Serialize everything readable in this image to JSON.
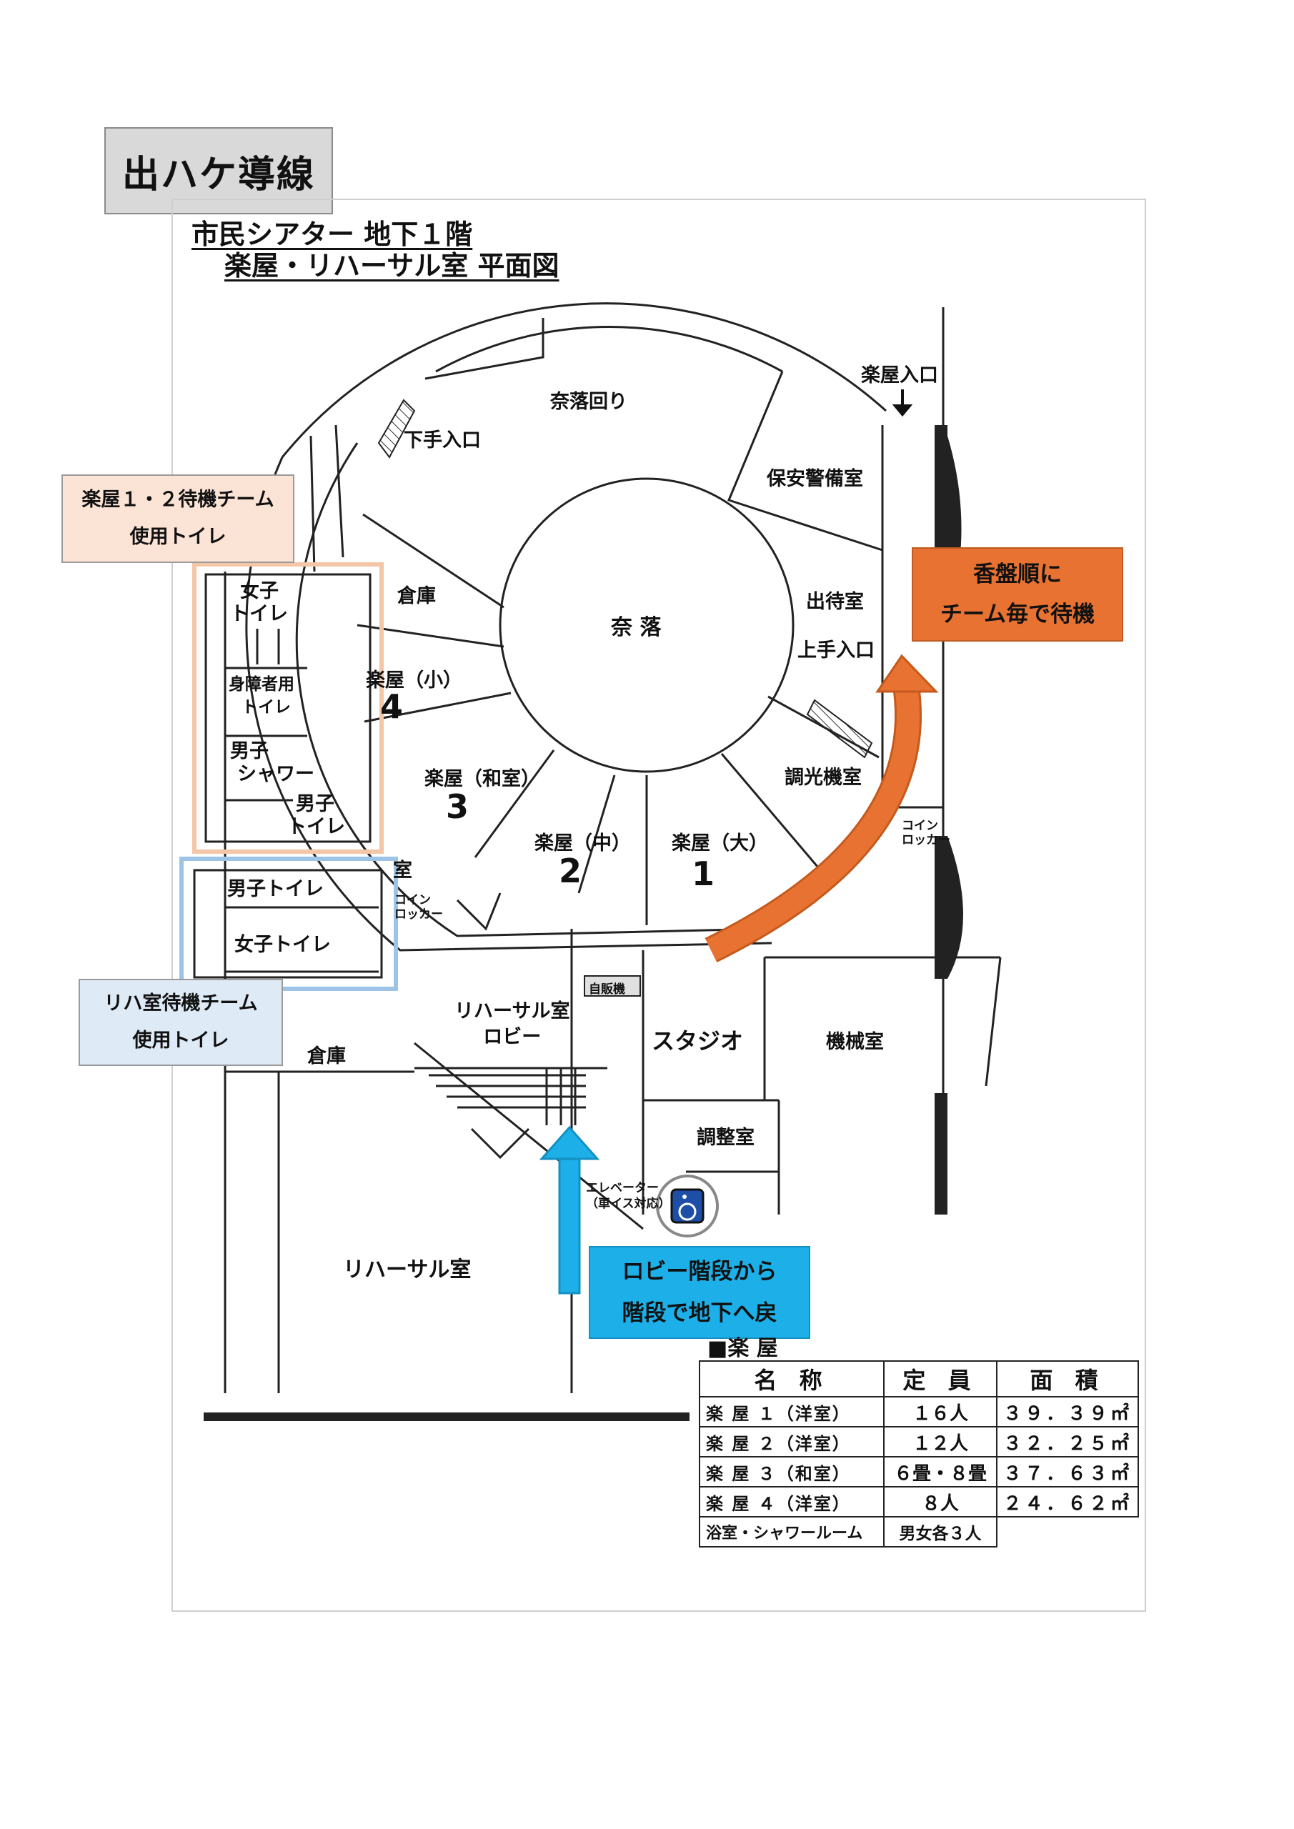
{
  "page_title": "出ハケ導線",
  "plan_title": {
    "line1": "市民シアター 地下１階",
    "line2": "楽屋・リハーサル室 平面図"
  },
  "rooms": {
    "naraku_mawari": "奈落回り",
    "shimote_iriguchi": "下手入口",
    "gakuya_iriguchi": "楽屋入口",
    "hoan_keibi": "保安警備室",
    "souko1": "倉庫",
    "naraku": "奈 落",
    "shutai": "出待室",
    "kamite_iriguchi": "上手入口",
    "gakuya_sho": "楽屋（小）",
    "gakuya_washitsu": "楽屋（和室）",
    "choukou": "調光機室",
    "gakuya_chu": "楽屋（中）",
    "gakuya_dai": "楽屋（大）",
    "women_toilet": [
      "女子",
      "トイレ"
    ],
    "disabled_toilet": [
      "身障者用",
      "トイレ"
    ],
    "men_shower": [
      "男子",
      "シャワー"
    ],
    "men_toilet": [
      "男子",
      "トイレ"
    ],
    "men_toilet2": "男子トイレ",
    "women_toilet2": "女子トイレ",
    "partial_room": "室",
    "coin_locker_l": [
      "コイン",
      "ロッカー"
    ],
    "coin_locker_r": [
      "コイン",
      "ロッカー"
    ],
    "vending": "自販機",
    "rehearsal_lobby": [
      "リハーサル室",
      "ロビー"
    ],
    "studio": "スタジオ",
    "machine_room": "機械室",
    "souko2": "倉庫",
    "chousei": "調整室",
    "elevator": [
      "エレベーター",
      "（車イス対応）"
    ],
    "rehearsal_room": "リハーサル室"
  },
  "room_numbers": {
    "r1": "1",
    "r2": "2",
    "r3": "3",
    "r4": "4"
  },
  "callouts": {
    "peach": [
      "楽屋１・２待機チーム",
      "使用トイレ"
    ],
    "blue": [
      "リハ室待機チーム",
      "使用トイレ"
    ],
    "orange": [
      "香盤順に",
      "チーム毎で待機"
    ],
    "cyan": [
      "ロビー階段から",
      "階段で地下へ戻"
    ]
  },
  "colors": {
    "orange": "#e87232",
    "cyan": "#1cafe8",
    "peach": "#fbe4d5",
    "blue": "#deebf7"
  },
  "table": {
    "heading": "■楽 屋",
    "headers": [
      "名 称",
      "定 員",
      "面 積"
    ],
    "rows": [
      [
        "楽 屋 １（洋室）",
        "１６人",
        "３９．３９㎡"
      ],
      [
        "楽 屋 ２（洋室）",
        "１２人",
        "３２．２５㎡"
      ],
      [
        "楽 屋 ３（和室）",
        "６畳・８畳",
        "３７．６３㎡"
      ],
      [
        "楽 屋 ４（洋室）",
        "８人",
        "２４．６２㎡"
      ],
      [
        "浴室・シャワールーム",
        "男女各３人",
        ""
      ]
    ]
  }
}
